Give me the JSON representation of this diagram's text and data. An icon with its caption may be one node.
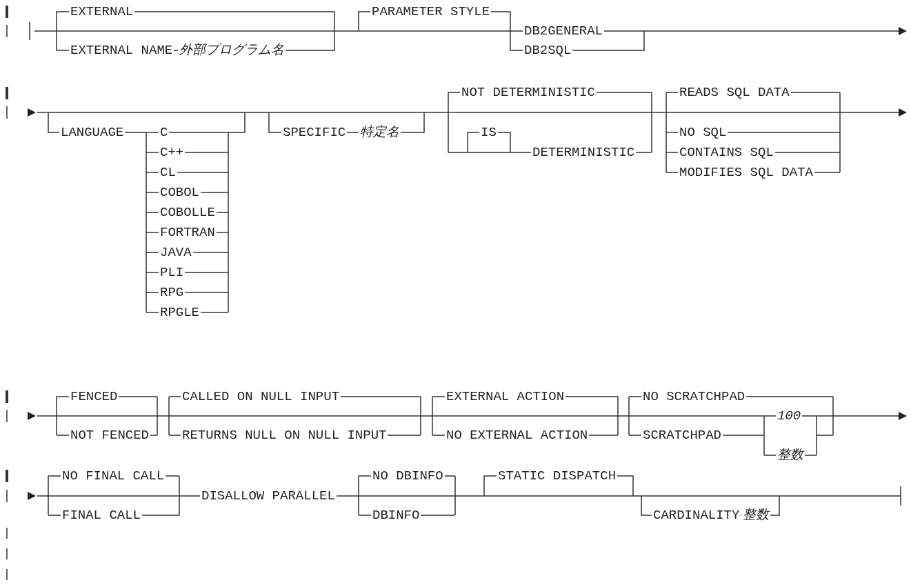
{
  "diagram": {
    "labels": [
      "EXTERNAL",
      "EXTERNAL NAME",
      "外部プログラム名",
      "PARAMETER STYLE",
      "DB2GENERAL",
      "DB2SQL",
      "LANGUAGE",
      "C",
      "C++",
      "CL",
      "COBOL",
      "COBOLLE",
      "FORTRAN",
      "JAVA",
      "PLI",
      "RPG",
      "RPGLE",
      "SPECIFIC",
      "特定名",
      "NOT DETERMINISTIC",
      "IS",
      "DETERMINISTIC",
      "READS SQL DATA",
      "NO SQL",
      "CONTAINS SQL",
      "MODIFIES SQL DATA",
      "FENCED",
      "NOT FENCED",
      "CALLED ON NULL INPUT",
      "RETURNS NULL ON NULL INPUT",
      "EXTERNAL ACTION",
      "NO EXTERNAL ACTION",
      "NO SCRATCHPAD",
      "SCRATCHPAD",
      "100",
      "整数",
      "NO FINAL CALL",
      "FINAL CALL",
      "DISALLOW PARALLEL",
      "NO DBINFO",
      "DBINFO",
      "STATIC DISPATCH",
      "CARDINALITY",
      "整数"
    ]
  }
}
